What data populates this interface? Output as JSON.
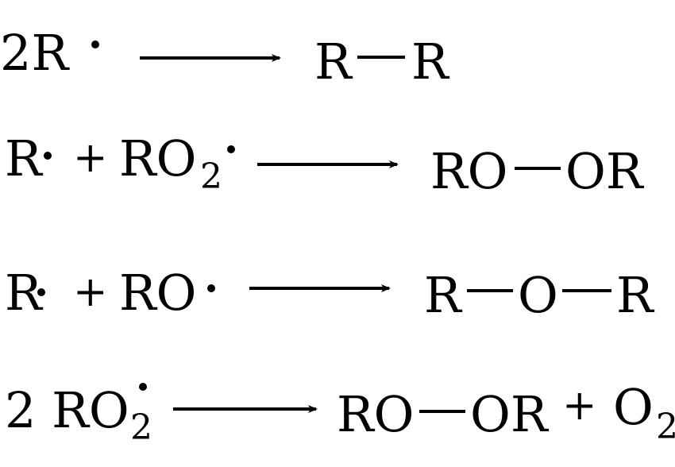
{
  "reactions": [
    {
      "lhs": {
        "term1": "2R",
        "term1_radical": true
      },
      "rhs": {
        "left": "R",
        "right": "R"
      }
    },
    {
      "lhs": {
        "term1": "R",
        "term1_radical": true,
        "plus": "+",
        "term2": "RO",
        "term2_sub": "2",
        "term2_radical": true
      },
      "rhs": {
        "left": "RO",
        "right": "OR"
      }
    },
    {
      "lhs": {
        "term1": "R",
        "term1_radical": true,
        "plus": "+",
        "term2": "RO",
        "term2_radical": true
      },
      "rhs": {
        "left": "R",
        "middle": "O",
        "right": "R"
      }
    },
    {
      "lhs": {
        "term1": "2 RO",
        "term1_sub": "2",
        "term1_radical": true
      },
      "rhs": {
        "left": "RO",
        "right": "OR",
        "plus": "+",
        "extra": "O",
        "extra_sub": "2"
      }
    }
  ]
}
